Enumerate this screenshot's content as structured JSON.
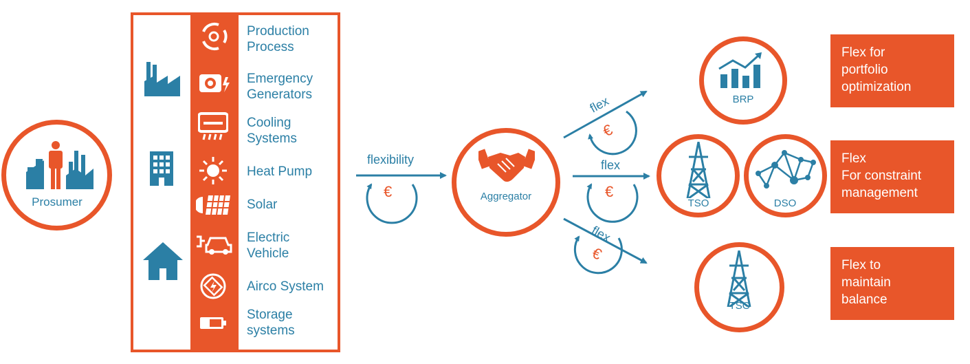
{
  "prosumer": {
    "label": "Prosumer"
  },
  "assets": [
    {
      "label": "Production\nProcess",
      "icon": "production-process-icon"
    },
    {
      "label": "Emergency\nGenerators",
      "icon": "generator-icon"
    },
    {
      "label": "Cooling\nSystems",
      "icon": "cooling-icon"
    },
    {
      "label": "Heat Pump",
      "icon": "sun-heat-icon"
    },
    {
      "label": "Solar",
      "icon": "solar-panel-icon"
    },
    {
      "label": "Electric\nVehicle",
      "icon": "electric-vehicle-icon"
    },
    {
      "label": "Airco System",
      "icon": "airco-icon"
    },
    {
      "label": "Storage\nsystems",
      "icon": "battery-icon"
    }
  ],
  "flows": {
    "flexibility": "flexibility",
    "flex_top": "flex",
    "flex_mid": "flex",
    "flex_bottom": "flex",
    "currency": "€"
  },
  "aggregator": {
    "label": "Aggregator"
  },
  "brp": {
    "label": "BRP"
  },
  "tso_top": {
    "label": "TSO"
  },
  "dso": {
    "label": "DSO"
  },
  "tso_bottom": {
    "label": "TSO"
  },
  "boxes": {
    "portfolio": "Flex for\nportfolio\noptimization",
    "constraint": "Flex\nFor constraint\nmanagement",
    "balance": "Flex to\nmaintain\nbalance"
  },
  "colors": {
    "accent": "#e8562a",
    "blue": "#2b7fa5"
  }
}
